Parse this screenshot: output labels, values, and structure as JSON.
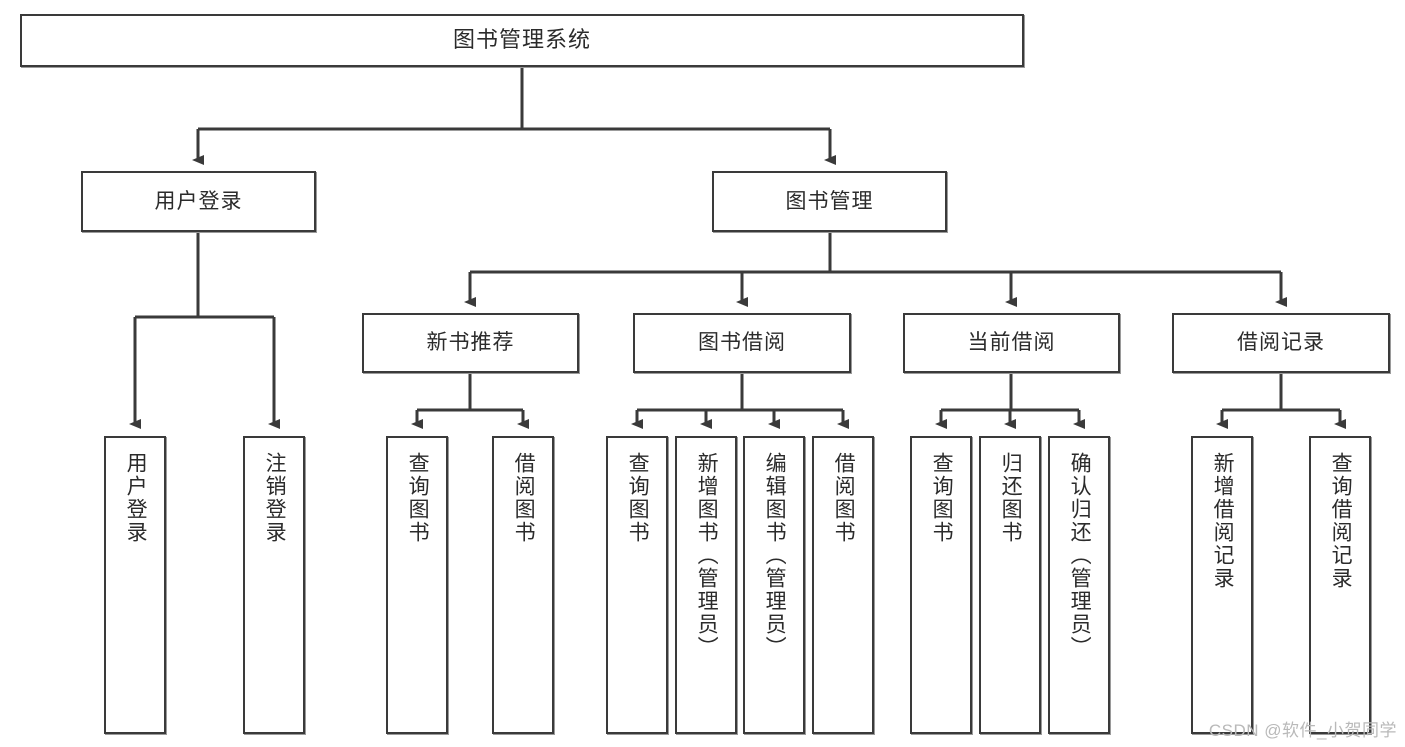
{
  "diagram": {
    "title_node": {
      "label": "图书管理系统"
    },
    "level2": [
      {
        "label": "用户登录"
      },
      {
        "label": "图书管理"
      }
    ],
    "level3": [
      {
        "label": "新书推荐"
      },
      {
        "label": "图书借阅"
      },
      {
        "label": "当前借阅"
      },
      {
        "label": "借阅记录"
      }
    ],
    "leaves": {
      "user_login": [
        {
          "label": "用户登录"
        },
        {
          "label": "注销登录"
        }
      ],
      "new_book_recommend": [
        {
          "label": "查询图书"
        },
        {
          "label": "借阅图书"
        }
      ],
      "book_borrow": [
        {
          "label": "查询图书"
        },
        {
          "label": "新增图书（管理员）"
        },
        {
          "label": "编辑图书（管理员）"
        },
        {
          "label": "借阅图书"
        }
      ],
      "current_borrow": [
        {
          "label": "查询图书"
        },
        {
          "label": "归还图书"
        },
        {
          "label": "确认归还（管理员）"
        }
      ],
      "borrow_record": [
        {
          "label": "新增借阅记录"
        },
        {
          "label": "查询借阅记录"
        }
      ]
    },
    "watermark": {
      "text": "CSDN @软件_小贺同学"
    },
    "colors": {
      "border": "#3a3a3a",
      "text": "#2b2b2b",
      "background": "#ffffff",
      "shadow": "#9a9a9a",
      "watermark": "#b9b9b9"
    }
  }
}
